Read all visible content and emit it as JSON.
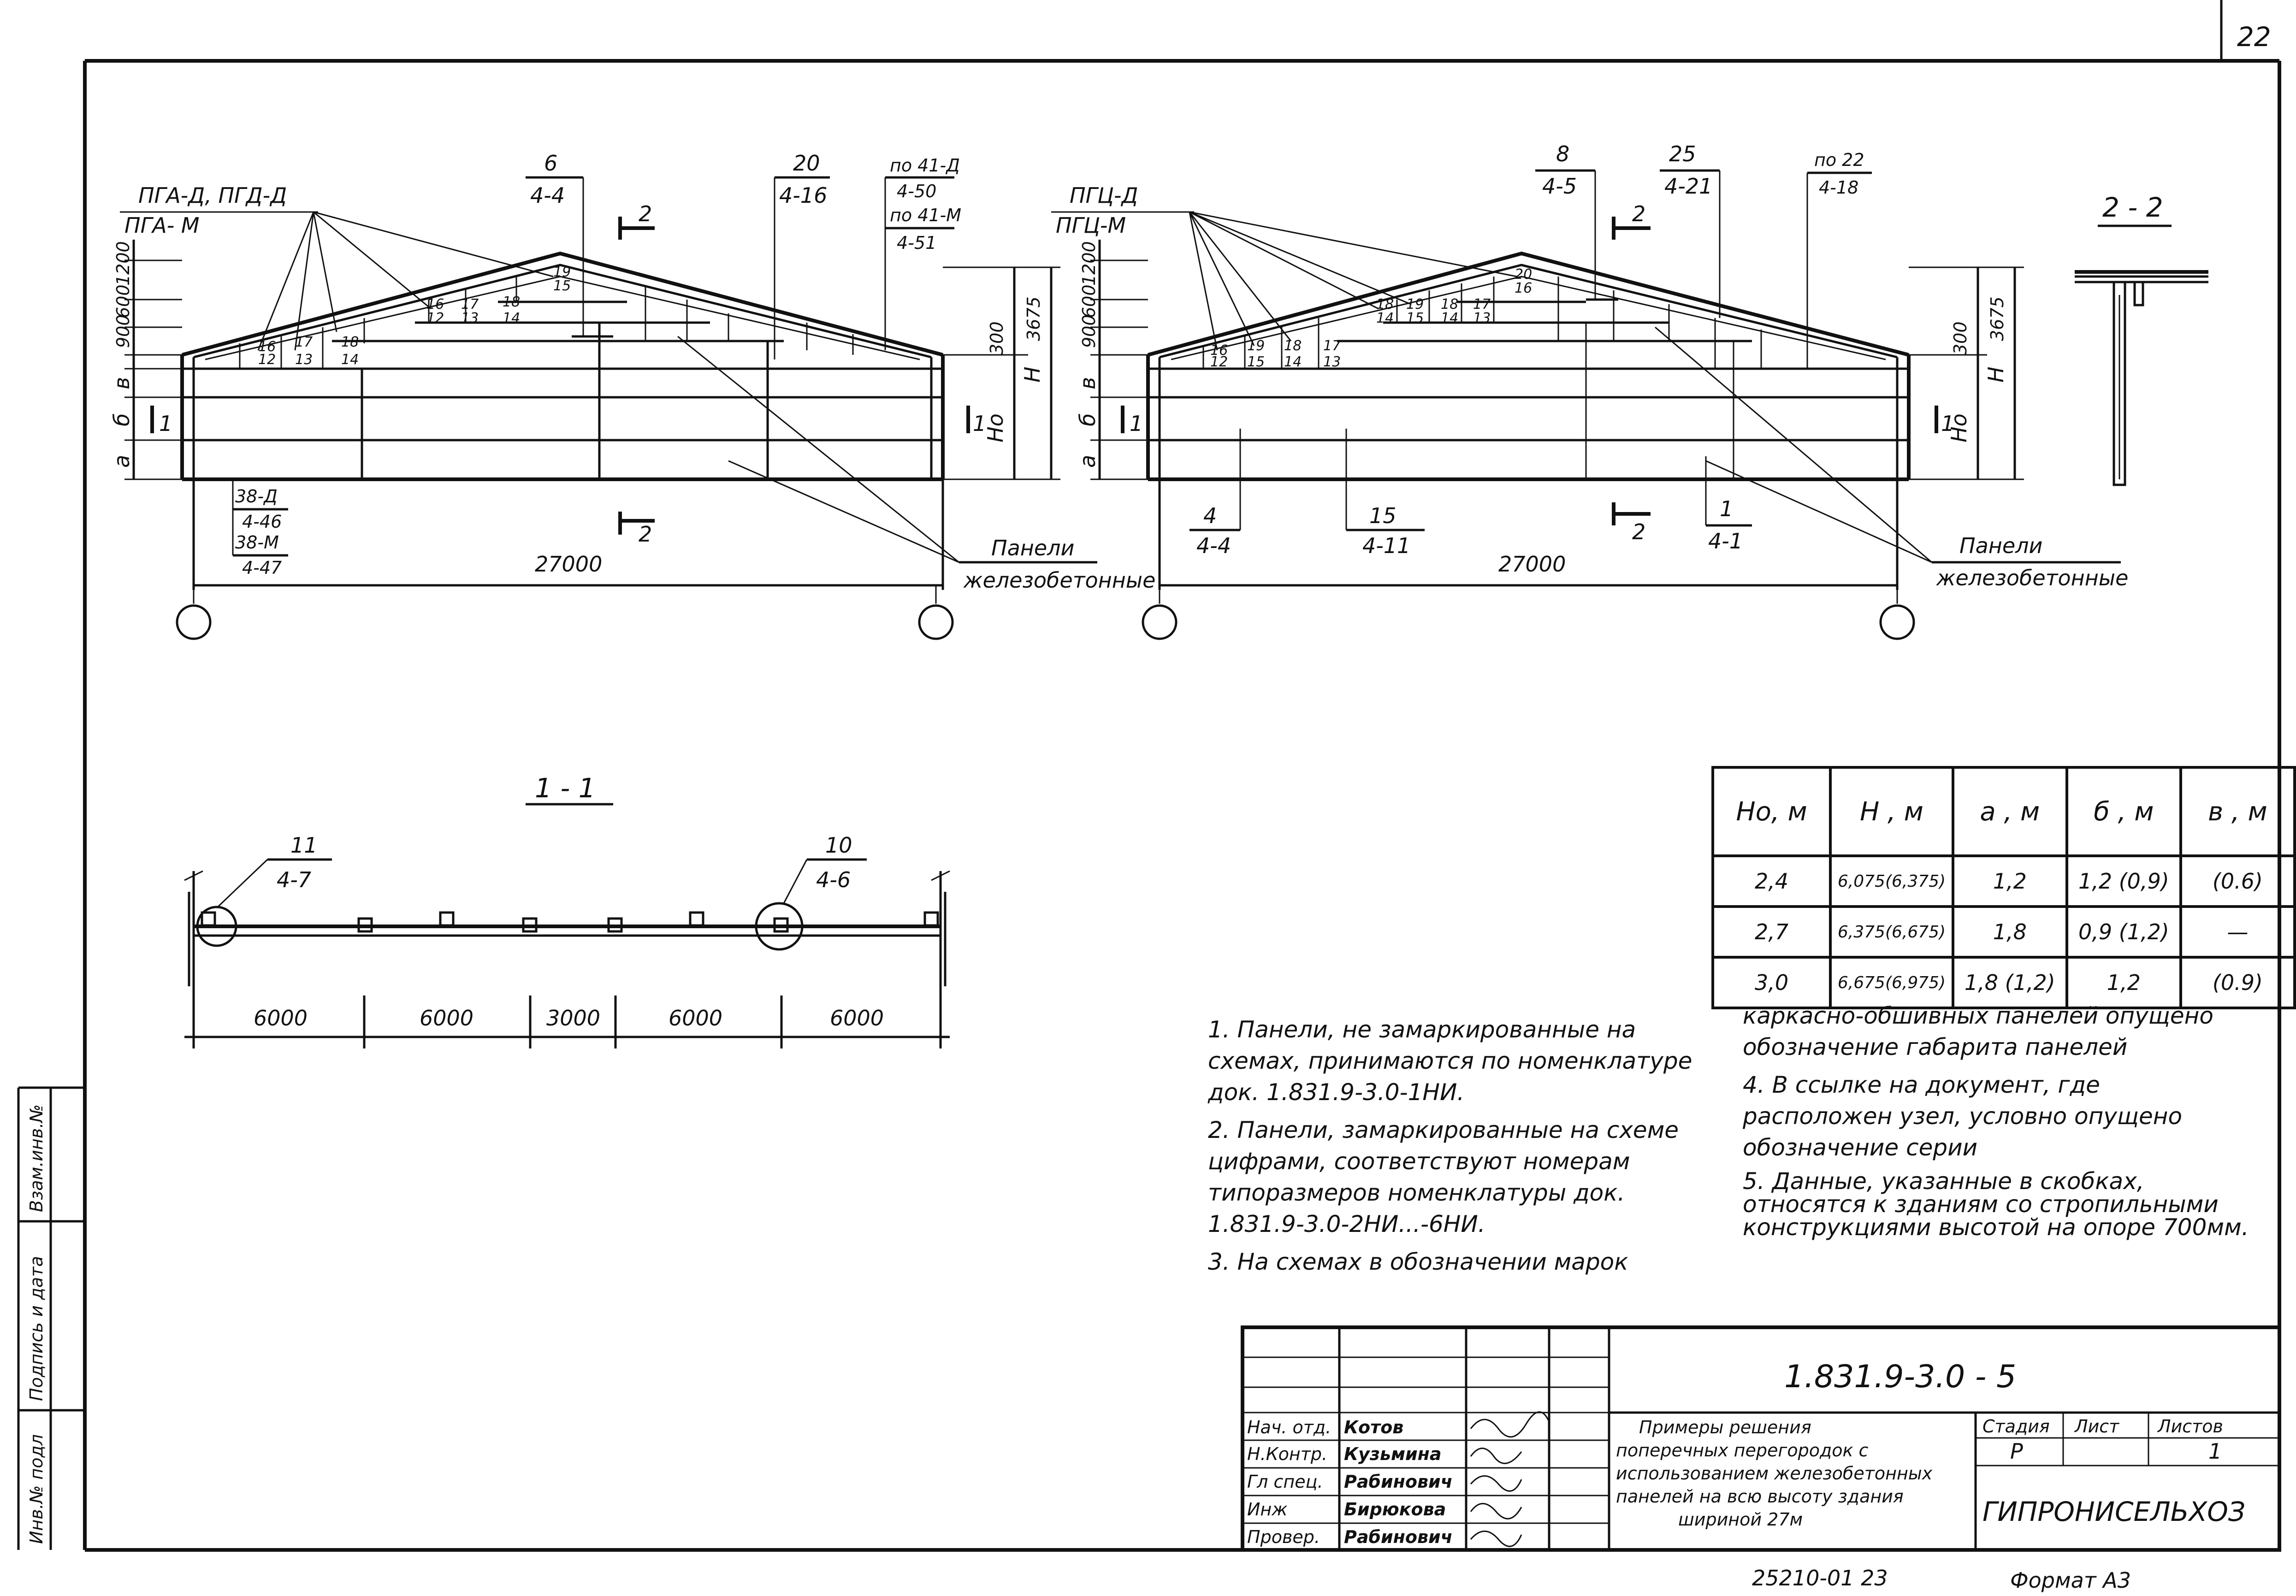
{
  "page_number": "22",
  "left_elevation": {
    "panel_type_label_1": "ПГА-Д, ПГД-Д",
    "panel_type_label_2": "ПГА- М",
    "callout_top_1": {
      "num": "6",
      "ref": "4-4"
    },
    "callout_top_2": {
      "num": "20",
      "ref": "4-16"
    },
    "callout_top_3": {
      "num": "по 41-Д",
      "ref": "4-50",
      "num2": "по 41-М",
      "ref2": "4-51"
    },
    "section_mark": "2",
    "callout_bottom": {
      "num": "38-Д",
      "ref": "4-46",
      "num2": "38-М",
      "ref2": "4-47"
    },
    "span": "27000",
    "panels_label_1": "Панели",
    "panels_label_2": "железобетонные",
    "dims": {
      "d1200": "1200",
      "d900": "900",
      "d600": "600",
      "v": "в",
      "b": "б",
      "a": "а",
      "d300": "300",
      "d3675": "3675",
      "H": "H",
      "Ho": "Ho"
    },
    "panel_numbers": [
      "16/12",
      "17/13",
      "18/14",
      "19/15",
      "16/12",
      "17/13",
      "18/14"
    ]
  },
  "right_elevation": {
    "panel_type_label_1": "ПГЦ-Д",
    "panel_type_label_2": "ПГЦ-М",
    "callout_top_1": {
      "num": "8",
      "ref": "4-5"
    },
    "callout_top_2": {
      "num": "25",
      "ref": "4-21"
    },
    "callout_top_3": {
      "num": "по 22",
      "ref": "4-18"
    },
    "section_mark": "2",
    "callout_bottom_1": {
      "num": "4",
      "ref": "4-4"
    },
    "callout_bottom_2": {
      "num": "15",
      "ref": "4-11"
    },
    "callout_bottom_3": {
      "num": "1",
      "ref": "4-1"
    },
    "span": "27000",
    "panels_label_1": "Панели",
    "panels_label_2": "железобетонные"
  },
  "section_2_2": {
    "title": "2 - 2"
  },
  "section_1_1": {
    "title": "1 - 1",
    "callout_left": {
      "num": "11",
      "ref": "4-7"
    },
    "callout_right": {
      "num": "10",
      "ref": "4-6"
    },
    "spans": [
      "6000",
      "6000",
      "3000",
      "6000",
      "6000"
    ]
  },
  "table": {
    "headers": [
      "Hо, м",
      "H , м",
      "а , м",
      "б , м",
      "в , м"
    ],
    "rows": [
      [
        "2,4",
        "6,075(6,375)",
        "1,2",
        "1,2 (0,9)",
        "(0.6)"
      ],
      [
        "2,7",
        "6,375(6,675)",
        "1,8",
        "0,9 (1,2)",
        "—"
      ],
      [
        "3,0",
        "6,675(6,975)",
        "1,8 (1,2)",
        "1,2",
        "(0.9)"
      ]
    ]
  },
  "notes_left": [
    "1. Панели, не замаркированные на схемах, принимаются по номенклатуре док. 1.831.9-3.0-1НИ.",
    "2. Панели, замаркированные на схеме цифрами, соответствуют номерам типоразмеров номенклатуры док. 1.831.9-3.0-2НИ...-6НИ.",
    "3. На схемах в обозначении марок"
  ],
  "notes_right": [
    "каркасно-обшивных панелей опущено обозначение габарита панелей",
    "4. В ссылке на документ, где расположен узел, условно опущено обозначение серии",
    "5. Данные, указанные в скобках, относятся к зданиям со стропильными конструкциями высотой на опоре 700мм."
  ],
  "title_block": {
    "doc_code": "1.831.9-3.0 - 5",
    "roles": [
      "Нач. отд.",
      "Н.Контр.",
      "Гл спец.",
      "Инж",
      "Провер."
    ],
    "names": [
      "Котов",
      "Кузьмина",
      "Рабинович",
      "Бирюкова",
      "Рабинович"
    ],
    "title": "Примеры решения поперечных перегородок с использованием железобетонных панелей на всю высоту здания шириной 27м",
    "stage_label": "Стадия",
    "sheet_label": "Лист",
    "sheets_label": "Листов",
    "stage": "Р",
    "sheet": "",
    "sheets": "1",
    "org": "ГИПРОНИСЕЛЬХОЗ"
  },
  "side_stamp": [
    "Взам.инв.№",
    "Подпись и дата",
    "Инв.№ подл"
  ],
  "footer": {
    "archive": "25210-01  23",
    "format": "Формат А3"
  }
}
